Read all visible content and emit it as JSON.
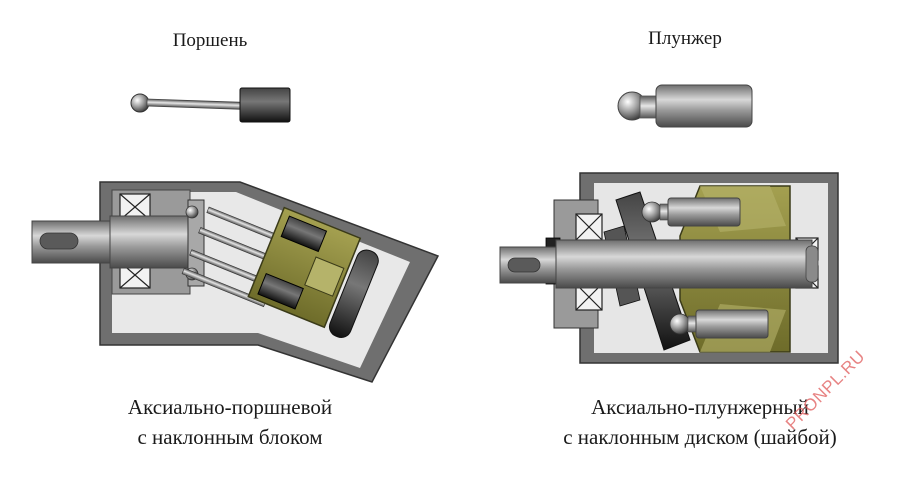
{
  "labels": {
    "piston": "Поршень",
    "plunger": "Плунжер"
  },
  "captions": {
    "left_line1": "Аксиально-поршневой",
    "left_line2": "с наклонным блоком",
    "right_line1": "Аксиально-плунжерный",
    "right_line2": "с наклонным диском (шайбой)"
  },
  "watermark": "PRONPL.RU",
  "colors": {
    "housing": "#707070",
    "housing_inner": "#d9d9d9",
    "block_olive": "#8c8a3c",
    "steel": "#b8b8b8",
    "dark": "#2a2a2a"
  }
}
